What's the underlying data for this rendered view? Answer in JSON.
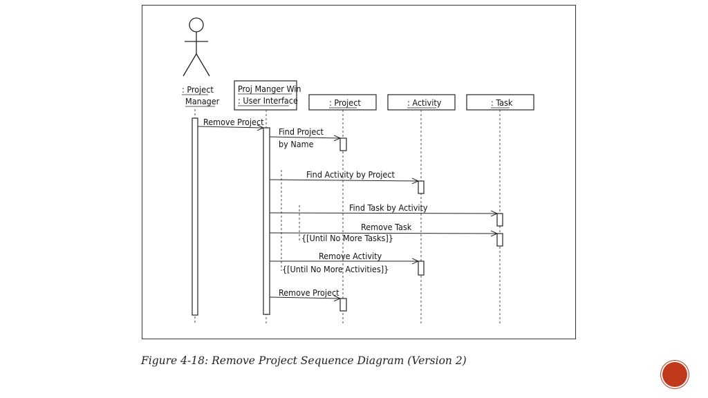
{
  "diagram": {
    "actor": {
      "line1": ": Project",
      "line2": "Manager"
    },
    "ui": {
      "line1": "Proj Manger Win",
      "line2": ": User Interface"
    },
    "objects": {
      "project": ": Project",
      "activity": ": Activity",
      "task": ": Task"
    },
    "messages": {
      "remove_project_1": "Remove Project",
      "find_project_1": "Find Project",
      "find_project_2": "by Name",
      "find_activity": "Find Activity by Project",
      "find_task": "Find Task by Activity",
      "remove_task": "Remove Task",
      "until_tasks": "{[Until No More Tasks]}",
      "remove_activity": "Remove Activity",
      "until_activities": "{[Until No More  Activities]}",
      "remove_project_2": "Remove Project"
    }
  },
  "caption": "Figure 4-18: Remove Project Sequence Diagram (Version 2)",
  "page_number": "",
  "colors": {
    "badge": "#c0391a",
    "line": "#222222"
  }
}
